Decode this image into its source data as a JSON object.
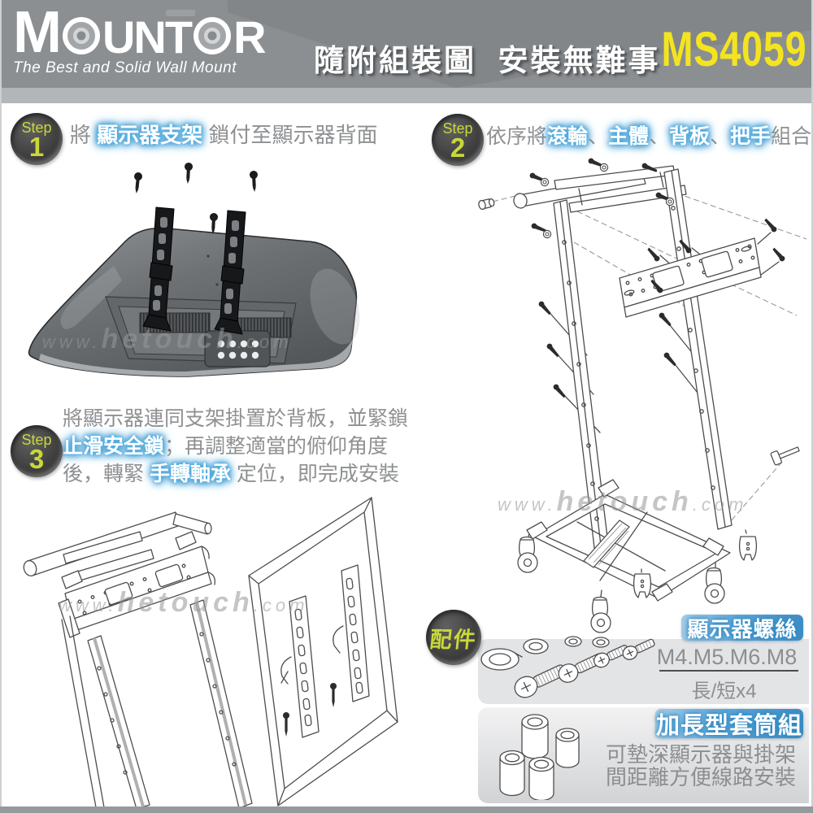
{
  "header": {
    "brand": "MOUNTOR",
    "brand_l1": "M",
    "brand_l2": "UN",
    "brand_l3": "T",
    "brand_l4": "R",
    "tagline": "The Best and Solid Wall Mount",
    "title": "隨附組裝圖  安裝無難事",
    "model": "MS4059"
  },
  "steps": [
    {
      "label": "Step",
      "number": "1",
      "lines": [
        [
          {
            "t": "將 "
          },
          {
            "t": "顯示器支架",
            "hl": true
          },
          {
            "t": " 鎖付至顯示器背面"
          }
        ]
      ]
    },
    {
      "label": "Step",
      "number": "2",
      "lines": [
        [
          {
            "t": "依序將"
          },
          {
            "t": "滾輪",
            "hl": true
          },
          {
            "t": "、"
          },
          {
            "t": "主體",
            "hl": true
          },
          {
            "t": "、"
          },
          {
            "t": "背板",
            "hl": true
          },
          {
            "t": "、"
          },
          {
            "t": "把手",
            "hl": true
          },
          {
            "t": "組合"
          }
        ]
      ]
    },
    {
      "label": "Step",
      "number": "3",
      "lines": [
        [
          {
            "t": "將顯示器連同支架掛置於背板，並緊鎖"
          }
        ],
        [
          {
            "t": "止滑安全鎖",
            "hl": true
          },
          {
            "t": "；再調整適當的俯仰角度"
          }
        ],
        [
          {
            "t": "後，轉緊 "
          },
          {
            "t": "手轉軸承",
            "hl": true
          },
          {
            "t": " 定位，即完成安裝"
          }
        ]
      ]
    }
  ],
  "accessories": {
    "badge": "配件",
    "screws": {
      "title": "顯示器螺絲",
      "sizes": "M4.M5.M6.M8",
      "qty": "長/短x4"
    },
    "sleeves": {
      "title": "加長型套筒組",
      "desc1": "可墊深顯示器與掛架",
      "desc2": "間距離方便線路安裝"
    }
  },
  "watermark": {
    "prefix": "www.",
    "word": "hetouch",
    "suffix": ".com"
  },
  "colors": {
    "header_bg": "#8b8f92",
    "model_yellow": "#f3e41f",
    "badge_green": "#c9d838",
    "highlight_blue": "#49a0d5",
    "ribbon_blue": "#4896cb",
    "text_gray": "#8e9092"
  }
}
